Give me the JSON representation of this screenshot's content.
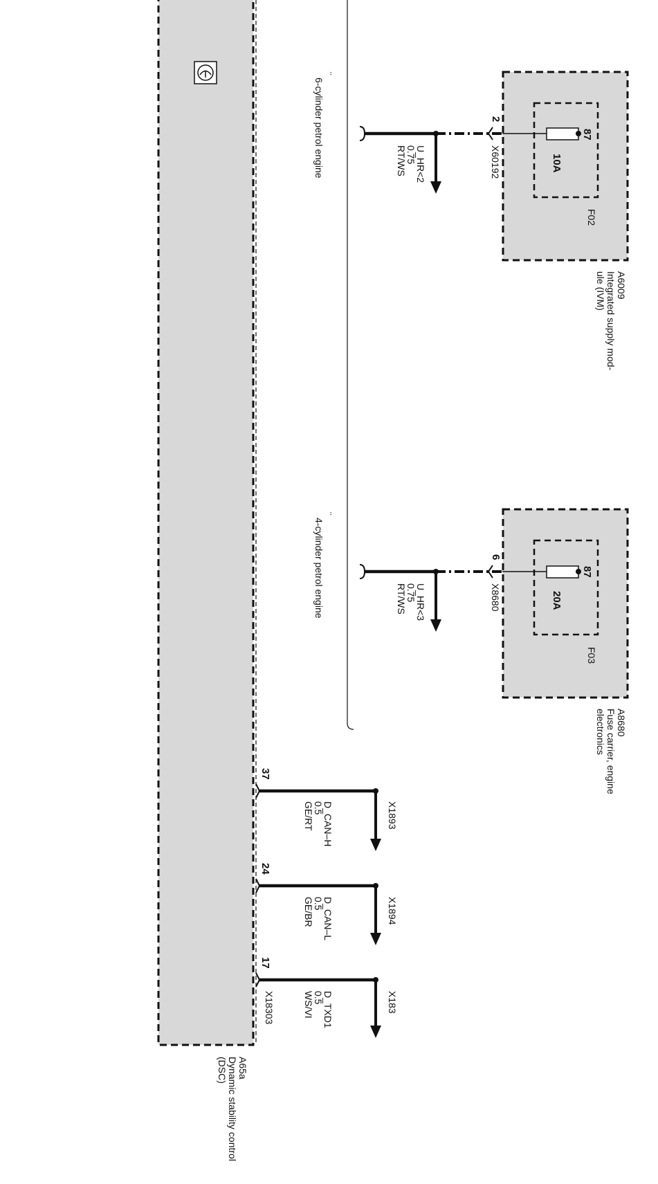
{
  "colors": {
    "module_fill": "#d8d8d8",
    "line": "#111111",
    "background": "#ffffff"
  },
  "dsc": {
    "id": "A65a",
    "name_line1": "Dynamic stability control",
    "name_line2": "(DSC)",
    "icon": "dsc-symbol-icon"
  },
  "variants": {
    "six_cyl": "6-cylinder petrol engine",
    "four_cyl": "4-cylinder petrol engine",
    "marker": "¨"
  },
  "ivm": {
    "id": "A6009",
    "name_line1": "Integrated supply mod-",
    "name_line2": "ule (IVM)",
    "fuse_id": "F02",
    "fuse_rating": "10A",
    "fuse_pin": "87"
  },
  "fuse_carrier": {
    "id": "A8680",
    "name_line1": "Fuse carrier, engine",
    "name_line2": "electronics",
    "fuse_id": "F03",
    "fuse_rating": "20A",
    "fuse_pin": "87"
  },
  "supply_wires": [
    {
      "signal": "U_HR<2",
      "size": "0.75",
      "color": "RT/WS",
      "connector": "X60192",
      "pin": "2"
    },
    {
      "signal": "U_HR<3",
      "size": "0.75",
      "color": "RT/WS",
      "connector": "X8680",
      "pin": "6"
    }
  ],
  "bus_wires": [
    {
      "signal": "D_CAN–H",
      "size": "0.5",
      "color": "GE/RT",
      "connector": "X1893",
      "pin": "37"
    },
    {
      "signal": "D_CAN–L",
      "size": "0.5",
      "color": "GE/BR",
      "connector": "X1894",
      "pin": "24"
    },
    {
      "signal": "D_TXD1",
      "size": "0.5",
      "color": "WS/VI",
      "connector": "X183",
      "pin": "17",
      "module_connector": "X18303"
    }
  ]
}
